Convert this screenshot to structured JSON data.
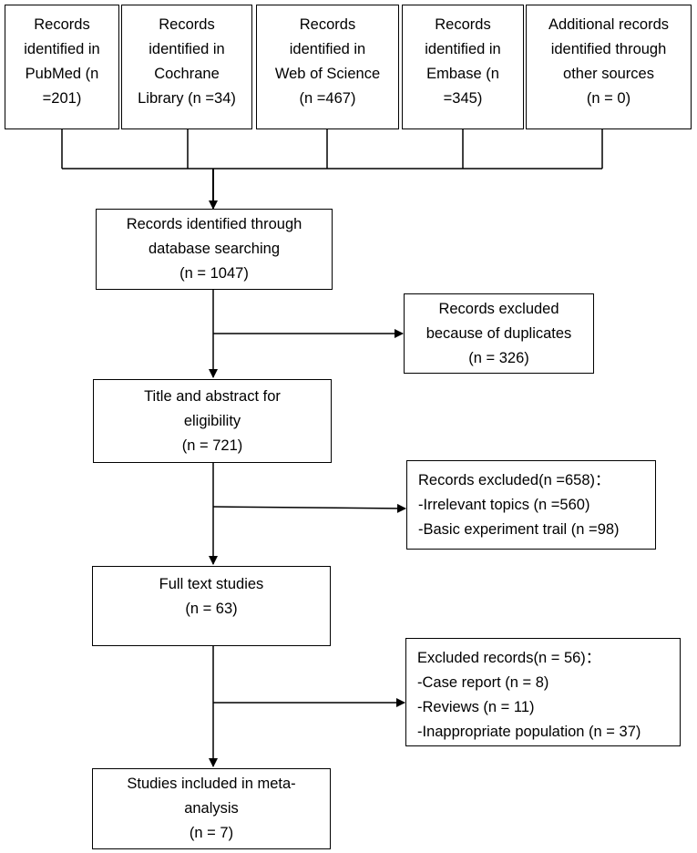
{
  "sources": [
    {
      "lines": [
        "Records",
        "identified in",
        "PubMed (n",
        "=201)"
      ]
    },
    {
      "lines": [
        "Records",
        "identified in",
        "Cochrane",
        "Library (n =34)"
      ]
    },
    {
      "lines": [
        "Records",
        "identified in",
        "Web of Science",
        "(n =467)"
      ]
    },
    {
      "lines": [
        "Records",
        "identified in",
        "Embase (n",
        "=345)"
      ]
    },
    {
      "lines": [
        "Additional records",
        "identified through",
        "other sources",
        "(n = 0)"
      ]
    }
  ],
  "identified": {
    "lines": [
      "Records identified through",
      "database searching",
      "(n = 1047)"
    ]
  },
  "duplicates": {
    "lines": [
      "Records excluded",
      "because of duplicates",
      "(n = 326)"
    ]
  },
  "screening": {
    "lines": [
      "Title and abstract for",
      "eligibility",
      "(n = 721)"
    ]
  },
  "excluded1": {
    "lines": [
      "Records excluded(n =658)：",
      "-Irrelevant topics (n =560)",
      "-Basic experiment trail (n =98)"
    ]
  },
  "fulltext": {
    "lines": [
      "Full text studies",
      "(n = 63)"
    ]
  },
  "excluded2": {
    "lines": [
      "Excluded records(n = 56)：",
      "-Case report (n = 8)",
      "-Reviews (n = 11)",
      "-Inappropriate population (n = 37)"
    ]
  },
  "included": {
    "lines": [
      "Studies included in meta-",
      "analysis",
      "(n = 7)"
    ]
  }
}
